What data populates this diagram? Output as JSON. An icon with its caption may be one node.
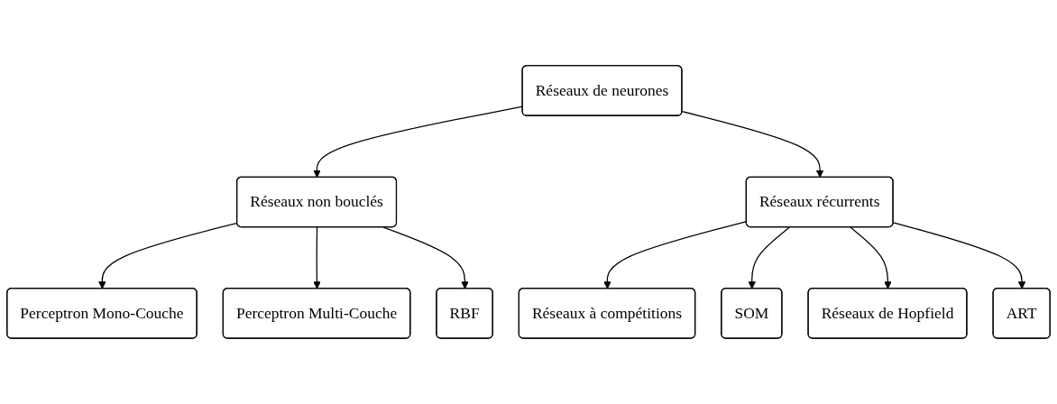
{
  "diagram": {
    "nodes": [
      {
        "text": [
          "Réseaux de neurones"
        ]
      },
      {
        "text": [
          "Réseaux non bouclés"
        ]
      },
      {
        "text": [
          "Réseaux récurrents"
        ]
      },
      {
        "text": [
          "Perceptron Mono-Couche"
        ]
      },
      {
        "text": [
          "Perceptron Multi-Couche"
        ]
      },
      {
        "text": [
          "RBF"
        ]
      },
      {
        "text": [
          "Réseaux à compétitions"
        ]
      },
      {
        "text": [
          "SOM"
        ]
      },
      {
        "text": [
          "Réseaux de Hopfield"
        ]
      },
      {
        "text": [
          "ART"
        ]
      }
    ],
    "edges": [
      {
        "from": 0,
        "to": 1,
        "arrow": "to"
      },
      {
        "from": 0,
        "to": 2,
        "arrow": "to"
      },
      {
        "from": 1,
        "to": 3,
        "arrow": "to"
      },
      {
        "from": 1,
        "to": 4,
        "arrow": "to"
      },
      {
        "from": 1,
        "to": 5,
        "arrow": "to"
      },
      {
        "from": 2,
        "to": 6,
        "arrow": "to"
      },
      {
        "from": 2,
        "to": 7,
        "arrow": "to"
      },
      {
        "from": 2,
        "to": 8,
        "arrow": "to"
      },
      {
        "from": 2,
        "to": 9,
        "arrow": "to"
      }
    ]
  }
}
